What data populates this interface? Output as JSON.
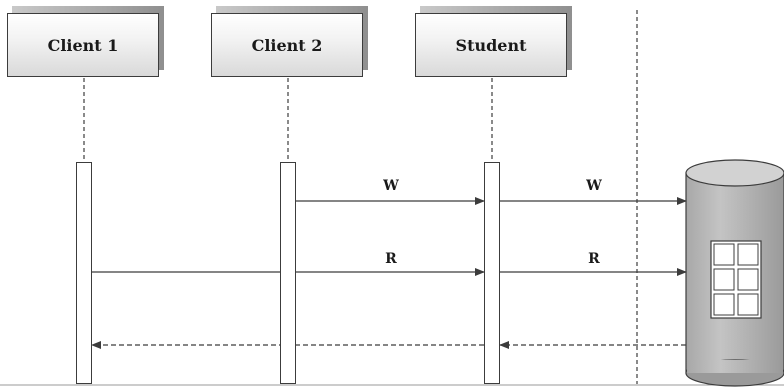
{
  "participants": [
    {
      "label": "Client 1"
    },
    {
      "label": "Client 2"
    },
    {
      "label": "Student"
    }
  ],
  "messages": [
    {
      "label": "W"
    },
    {
      "label": "W"
    },
    {
      "label": "R"
    },
    {
      "label": "R"
    }
  ],
  "colors": {
    "line": "#3c3c3c",
    "database_fill": "#b3b3b3",
    "database_dark": "#8a8a8a",
    "box_gradient_bottom": "#d9d9d9"
  }
}
